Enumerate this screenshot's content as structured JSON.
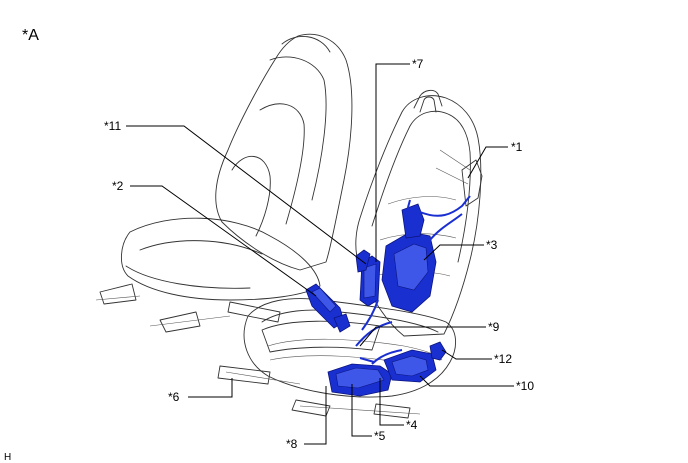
{
  "figure": {
    "view_label": "*A",
    "corner_mark": "H"
  },
  "callouts": [
    {
      "id": "c1",
      "text": "*1"
    },
    {
      "id": "c2",
      "text": "*2"
    },
    {
      "id": "c3",
      "text": "*3"
    },
    {
      "id": "c4",
      "text": "*4"
    },
    {
      "id": "c5",
      "text": "*5"
    },
    {
      "id": "c6",
      "text": "*6"
    },
    {
      "id": "c7",
      "text": "*7"
    },
    {
      "id": "c8",
      "text": "*8"
    },
    {
      "id": "c9",
      "text": "*9"
    },
    {
      "id": "c10",
      "text": "*10"
    },
    {
      "id": "c11",
      "text": "*11"
    },
    {
      "id": "c12",
      "text": "*12"
    }
  ]
}
